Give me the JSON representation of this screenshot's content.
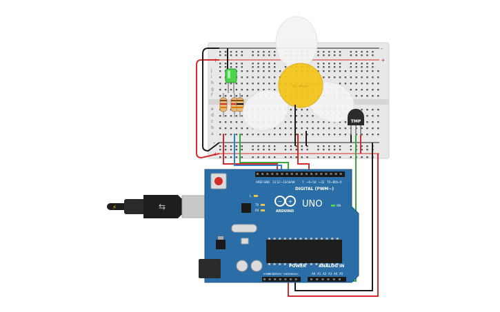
{
  "colors": {
    "board": "#2b6ea7",
    "board_dark": "#1f5484",
    "breadboard": "#e9e9e9",
    "wire_red": "#d42a2a",
    "wire_green": "#3aa63a",
    "wire_blue": "#2f7fd6",
    "wire_black": "#1a1a1a",
    "led": "#4cd44c",
    "fan_hub": "#f5c518",
    "cable": "#1e1e1e"
  },
  "breadboard": {
    "row_labels_top": [
      "j",
      "i",
      "h",
      "g",
      "f"
    ],
    "row_labels_bottom": [
      "e",
      "d",
      "c",
      "b",
      "a"
    ],
    "plus_label": "+",
    "minus_label": "-"
  },
  "components": {
    "sensor_label": "TMP",
    "fan_hub_text": "DC Motor"
  },
  "arduino": {
    "digital_label": "DIGITAL (PWM~)",
    "brand": "ARDUINO",
    "model": "UNO",
    "power_label": "POWER",
    "analog_label": "ANALOG IN",
    "led_label": "ON",
    "tx_label": "TX",
    "rx_label": "RX",
    "l_label": "L",
    "aref_label": "AREF",
    "gnd_label": "GND",
    "digital_pins": [
      "13",
      "12",
      "~11",
      "~10",
      "~9",
      "8",
      "7",
      "~6",
      "~5",
      "4",
      "~3",
      "2",
      "TX→1",
      "RX←0"
    ],
    "power_pins": [
      "IOREF",
      "RESET",
      "3.3V",
      "5V",
      "GND",
      "GND",
      "Vin"
    ],
    "analog_pins": [
      "A0",
      "A1",
      "A2",
      "A3",
      "A4",
      "A5"
    ]
  }
}
